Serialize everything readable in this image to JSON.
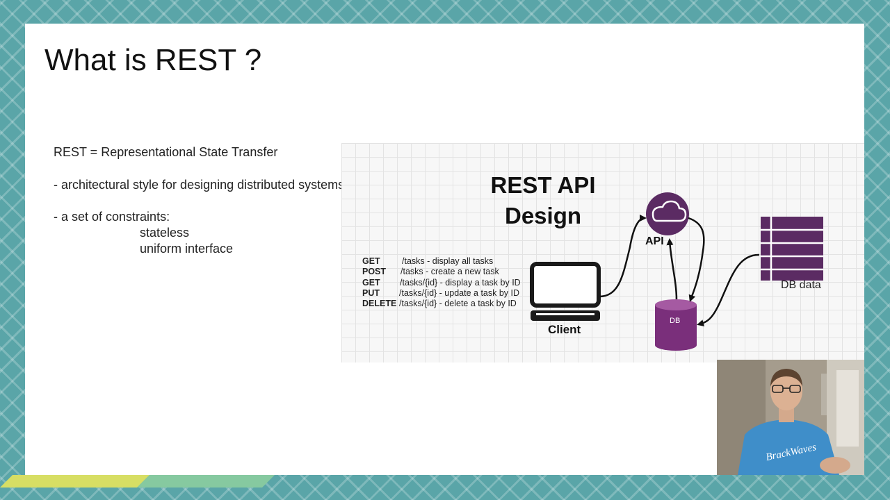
{
  "slide": {
    "title": "What is REST ?",
    "bullets": {
      "definition": "REST = Representational State Transfer",
      "style": "- architectural style for designing distributed systems",
      "constraints_heading": "- a set of constraints:",
      "constraint_1": "stateless",
      "constraint_2": "uniform interface"
    }
  },
  "diagram": {
    "title_line1": "REST API",
    "title_line2": "Design",
    "routes": [
      {
        "method": "GET",
        "desc": "/tasks - display all tasks"
      },
      {
        "method": "POST",
        "desc": "/tasks -  create a new task"
      },
      {
        "method": "GET",
        "desc": "/tasks/{id} - display a task by ID"
      },
      {
        "method": "PUT",
        "desc": "/tasks/{id} - update a task by ID"
      },
      {
        "method": "DELETE",
        "desc": "/tasks/{id} - delete a task by ID"
      }
    ],
    "labels": {
      "api": "API",
      "client": "Client",
      "db": "DB",
      "db_data": "DB data"
    },
    "colors": {
      "purple": "#5b2b63",
      "db_purple": "#7a2f7b",
      "outline": "#1a1a1a"
    }
  },
  "webcam": {
    "shirt_text": "BrackWaves",
    "shirt_color": "#3f8ec9"
  },
  "theme": {
    "background": "#5aa5a8",
    "stripe_yellow": "#d7de64",
    "stripe_green": "#86c9a0"
  }
}
